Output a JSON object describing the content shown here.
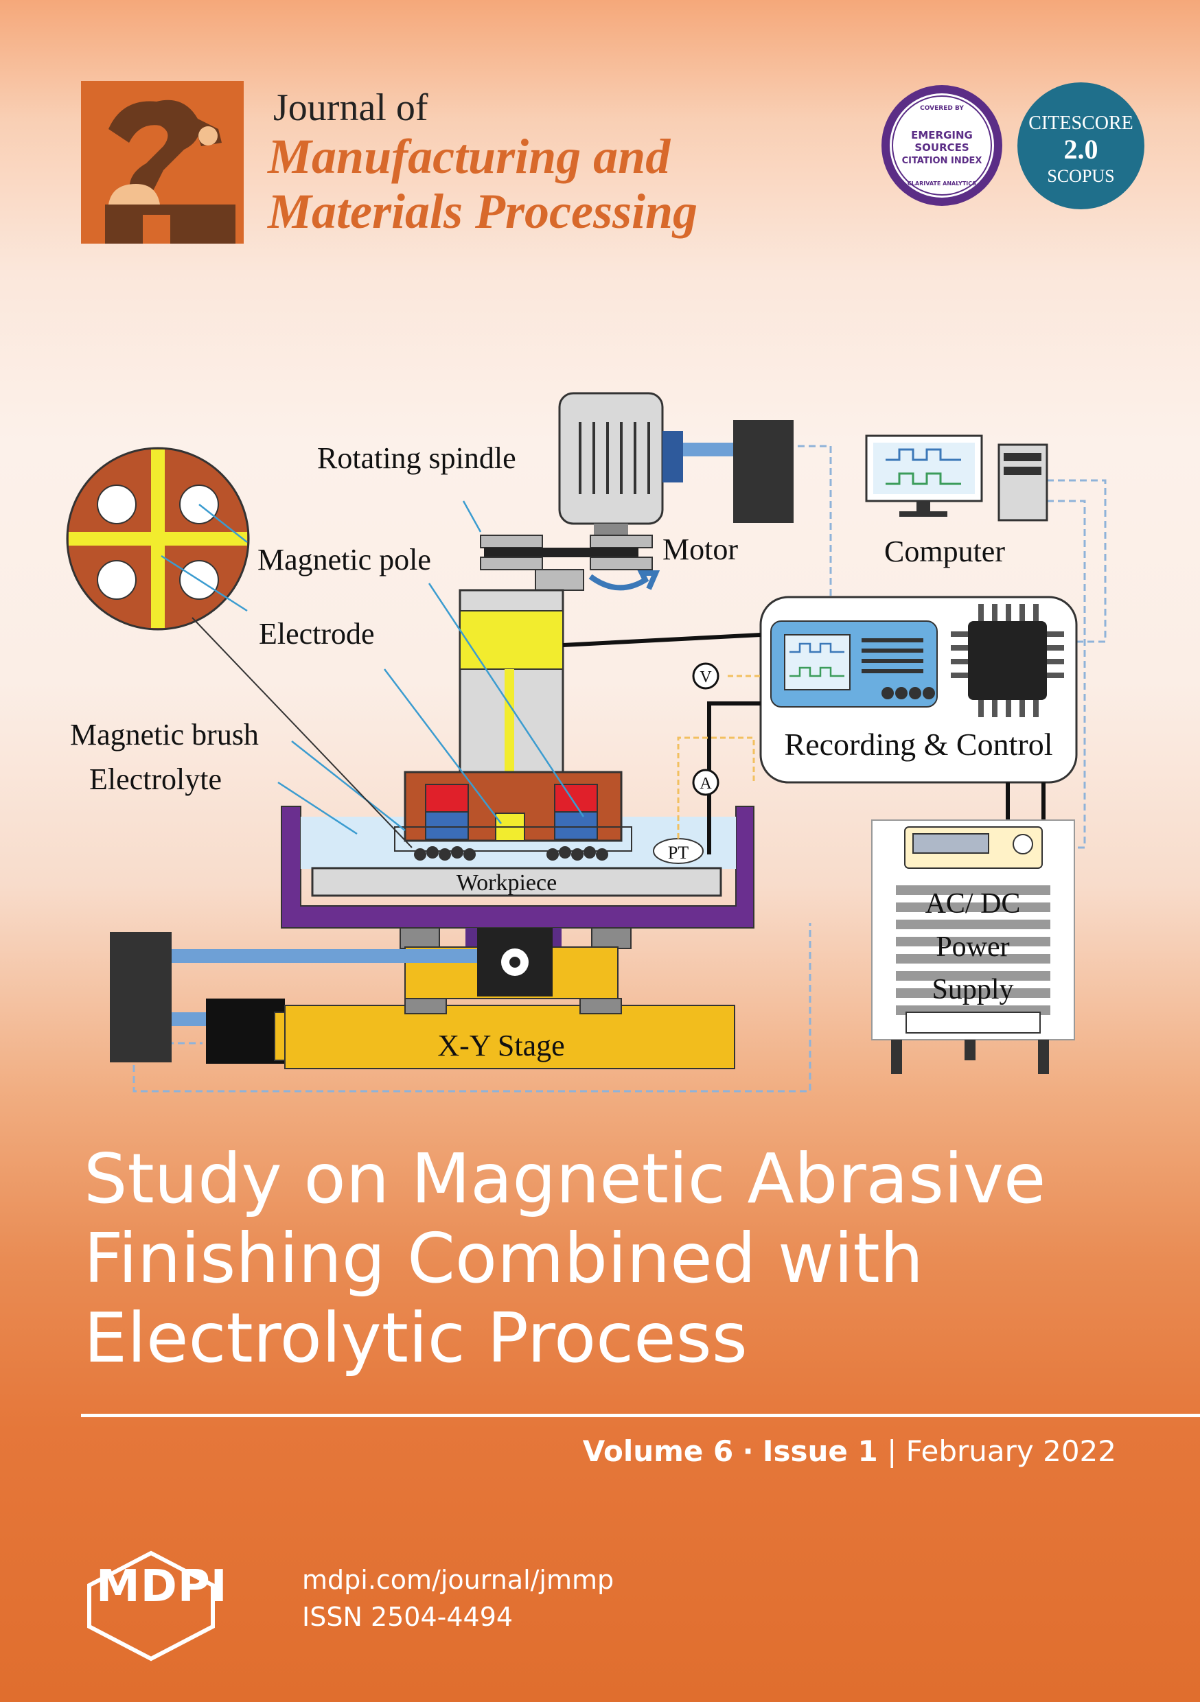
{
  "journal": {
    "title_prefix": "Journal of",
    "title_line1": "Manufacturing and",
    "title_line2": "Materials Processing"
  },
  "badges": {
    "esci_top": "COVERED BY",
    "esci_l1": "EMERGING",
    "esci_l2": "SOURCES",
    "esci_l3": "CITATION INDEX",
    "esci_bottom": "CLARIVATE ANALYTICS",
    "citescore_label": "CITESCORE",
    "citescore_value": "2.0",
    "citescore_source": "SCOPUS"
  },
  "diagram": {
    "rotating_spindle": "Rotating spindle",
    "motor": "Motor",
    "computer": "Computer",
    "magnetic_pole": "Magnetic pole",
    "electrode": "Electrode",
    "magnetic_brush": "Magnetic brush",
    "electrolyte": "Electrolyte",
    "recording_control": "Recording & Control",
    "voltmeter": "V",
    "ammeter": "A",
    "pt": "PT",
    "workpiece": "Workpiece",
    "power_line1": "AC/ DC",
    "power_line2": "Power",
    "power_line3": "Supply",
    "xy_stage": "X-Y Stage"
  },
  "article": {
    "title_line1": "Study on Magnetic Abrasive",
    "title_line2": "Finishing Combined with",
    "title_line3": "Electrolytic Process"
  },
  "issue": {
    "volume": "Volume 6",
    "separator": "·",
    "issue": "Issue 1",
    "divider": "|",
    "date": "February 2022"
  },
  "publisher": {
    "name": "MDPI",
    "url": "mdpi.com/journal/jmmp",
    "issn": "ISSN 2504-4494"
  }
}
